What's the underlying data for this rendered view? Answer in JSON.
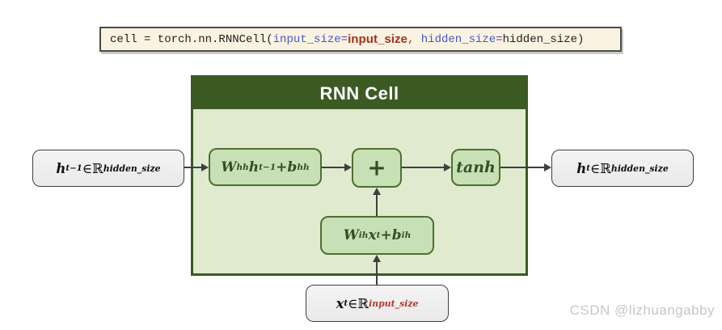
{
  "code": {
    "tokens": [
      {
        "t": "cell = torch.nn.RNNCell(",
        "c": "#1f1f1f"
      },
      {
        "t": "input_size",
        "c": "#4656c6"
      },
      {
        "t": "=",
        "c": "#7030a0"
      },
      {
        "t": "input_size",
        "c": "#a33220",
        "f": "sans"
      },
      {
        "t": ", ",
        "c": "#a33220"
      },
      {
        "t": "hidden_size",
        "c": "#4656c6"
      },
      {
        "t": "=",
        "c": "#7030a0"
      },
      {
        "t": "hidden_size)",
        "c": "#1f1f1f"
      }
    ]
  },
  "cell": {
    "title": "RNN Cell",
    "header_color": "#3c5a24",
    "body_color": "#dfeacf",
    "node_fill": "#c8e0b5",
    "node_border": "#4d7030"
  },
  "nodes": {
    "h_prev": {
      "tokens": [
        {
          "t": "h",
          "s": "bi"
        },
        {
          "t": "t−1",
          "s": "sub"
        },
        {
          "t": " ∈ ",
          "s": "n"
        },
        {
          "t": "ℝ",
          "s": "n"
        },
        {
          "t": "hidden_size",
          "s": "sup"
        }
      ]
    },
    "whh": {
      "tokens": [
        {
          "t": "W",
          "s": "bi"
        },
        {
          "t": "hh",
          "s": "sub"
        },
        {
          "t": "h",
          "s": "bi"
        },
        {
          "t": "t−1",
          "s": "sub"
        },
        {
          "t": " + ",
          "s": "b"
        },
        {
          "t": "b",
          "s": "bi"
        },
        {
          "t": "hh",
          "s": "sub"
        }
      ]
    },
    "plus": {
      "tokens": [
        {
          "t": "+",
          "s": "b"
        }
      ]
    },
    "tanh": {
      "tokens": [
        {
          "t": "tanh",
          "s": "bi"
        }
      ]
    },
    "h_t": {
      "tokens": [
        {
          "t": "h",
          "s": "bi"
        },
        {
          "t": "t",
          "s": "sub"
        },
        {
          "t": " ∈ ",
          "s": "n"
        },
        {
          "t": "ℝ",
          "s": "n"
        },
        {
          "t": "hidden_size",
          "s": "sup"
        }
      ]
    },
    "wih": {
      "tokens": [
        {
          "t": "W",
          "s": "bi"
        },
        {
          "t": "ih",
          "s": "sub"
        },
        {
          "t": "x",
          "s": "bi"
        },
        {
          "t": "t",
          "s": "sub"
        },
        {
          "t": " + ",
          "s": "b"
        },
        {
          "t": "b",
          "s": "bi"
        },
        {
          "t": "ih",
          "s": "sub"
        }
      ]
    },
    "x_t": {
      "tokens": [
        {
          "t": "x",
          "s": "bi"
        },
        {
          "t": "t",
          "s": "sub"
        },
        {
          "t": " ∈ ",
          "s": "n"
        },
        {
          "t": "ℝ",
          "s": "n"
        },
        {
          "t": "input_size",
          "s": "sup",
          "c": "#b03a2e"
        }
      ]
    }
  },
  "watermark": "CSDN @lizhuangabby"
}
